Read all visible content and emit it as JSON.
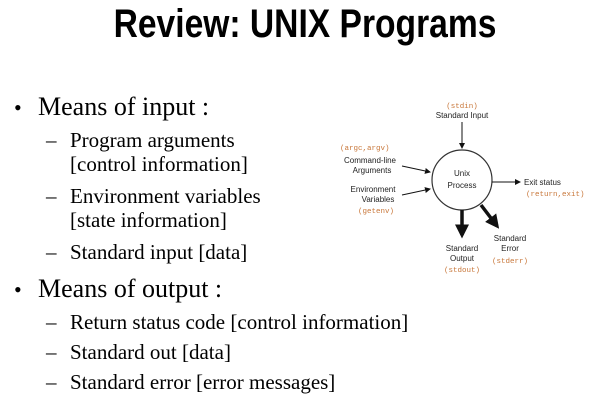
{
  "slide": {
    "title": "Review: UNIX Programs",
    "input_heading": "Means of input :",
    "input_items": [
      {
        "line1": "Program arguments",
        "line2": "[control information]"
      },
      {
        "line1": "Environment variables",
        "line2": "[state information]"
      },
      {
        "line1": "Standard input [data]"
      }
    ],
    "output_heading": "Means of output :",
    "output_items": [
      {
        "line1": "Return status code [control information]"
      },
      {
        "line1": "Standard out [data]"
      },
      {
        "line1": "Standard error [error messages]"
      }
    ],
    "bullet_symbol": "•",
    "dash_symbol": "–"
  },
  "diagram": {
    "process_line1": "Unix",
    "process_line2": "Process",
    "stdin_code": "(stdin)",
    "stdin_label": "Standard Input",
    "args_code": "(argc,argv)",
    "args_label1": "Command-line",
    "args_label2": "Arguments",
    "env_label1": "Environment",
    "env_label2": "Variables",
    "env_code": "(getenv)",
    "exit_label": "Exit status",
    "exit_code": "(return,exit)",
    "stdout_label1": "Standard",
    "stdout_label2": "Output",
    "stdout_code": "(stdout)",
    "stderr_label1": "Standard",
    "stderr_label2": "Error",
    "stderr_code": "(stderr)"
  }
}
